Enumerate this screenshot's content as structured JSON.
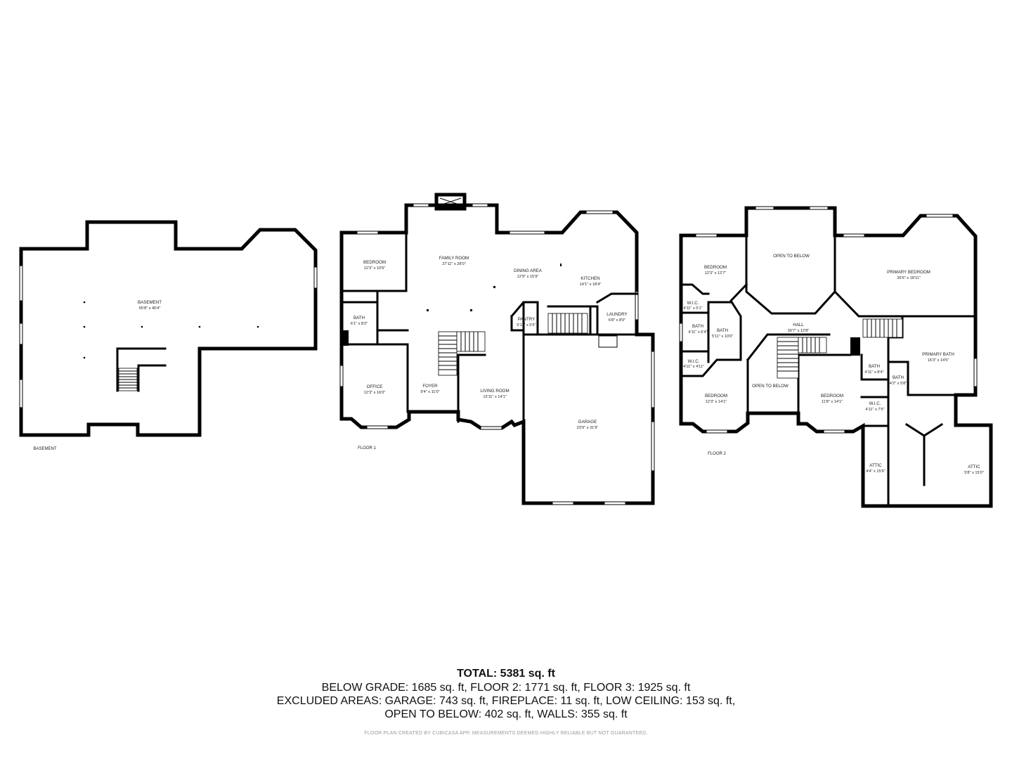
{
  "floors": {
    "basement": {
      "label": "BASEMENT",
      "rooms": [
        {
          "name": "BASEMENT",
          "dims": "55'8\" x 40'4\""
        }
      ]
    },
    "floor1": {
      "label": "FLOOR 1",
      "rooms": [
        {
          "name": "BEDROOM",
          "dims": "12'3\" x 10'6\""
        },
        {
          "name": "FAMILY ROOM",
          "dims": "27'11\" x 28'0\""
        },
        {
          "name": "DINING AREA",
          "dims": "12'9\" x 15'9\""
        },
        {
          "name": "KITCHEN",
          "dims": "14'1\" x 18'4\""
        },
        {
          "name": "BATH",
          "dims": "6'1\" x 8'2\""
        },
        {
          "name": "PANTRY",
          "dims": "5'11\" x 5'5\""
        },
        {
          "name": "LAUNDRY",
          "dims": "6'8\" x 8'0\""
        },
        {
          "name": "OFFICE",
          "dims": "12'3\" x 16'0\""
        },
        {
          "name": "FOYER",
          "dims": "9'4\" x 11'0\""
        },
        {
          "name": "LIVING ROOM",
          "dims": "13'11\" x 14'1\""
        },
        {
          "name": "GARAGE",
          "dims": "23'9\" x 31'9\""
        }
      ]
    },
    "floor2": {
      "label": "FLOOR 2",
      "rooms": [
        {
          "name": "BEDROOM",
          "dims": "12'3\" x 12'7\""
        },
        {
          "name": "OPEN TO BELOW",
          "dims": ""
        },
        {
          "name": "PRIMARY BEDROOM",
          "dims": "26'6\" x 18'11\""
        },
        {
          "name": "W.I.C.",
          "dims": "4'11\" x 5'1\""
        },
        {
          "name": "BATH",
          "dims": "4'11\" x 6'4\""
        },
        {
          "name": "BATH",
          "dims": "5'11\" x 10'0\""
        },
        {
          "name": "HALL",
          "dims": "30'7\" x 12'8\""
        },
        {
          "name": "W.I.C.",
          "dims": "4'11\" x 4'11\""
        },
        {
          "name": "OPEN TO BELOW",
          "dims": ""
        },
        {
          "name": "BATH",
          "dims": "4'11\" x 8'4\""
        },
        {
          "name": "PRIMARY BATH",
          "dims": "16'3\" x 14'5\""
        },
        {
          "name": "BATH",
          "dims": "4'2\" x 5'8\""
        },
        {
          "name": "BEDROOM",
          "dims": "12'3\" x 14'1\""
        },
        {
          "name": "BEDROOM",
          "dims": "11'8\" x 14'1\""
        },
        {
          "name": "W.I.C.",
          "dims": "4'11\" x 7'5\""
        },
        {
          "name": "ATTIC",
          "dims": "4'4\" x 15'6\""
        },
        {
          "name": "ATTIC",
          "dims": "5'8\" x 15'0\""
        }
      ]
    }
  },
  "summary": {
    "total": "TOTAL: 5381 sq. ft",
    "line1": "BELOW GRADE: 1685 sq. ft, FLOOR 2: 1771 sq. ft, FLOOR 3: 1925 sq. ft",
    "line2": "EXCLUDED AREAS: GARAGE: 743 sq. ft, FIREPLACE: 11 sq. ft, LOW CEILING: 153 sq. ft,",
    "line3": "OPEN TO BELOW: 402 sq. ft, WALLS: 355 sq. ft",
    "disclaimer": "FLOOR PLAN CREATED BY CUBICASA APP. MEASUREMENTS DEEMED HIGHLY RELIABLE BUT NOT GUARANTEED."
  }
}
